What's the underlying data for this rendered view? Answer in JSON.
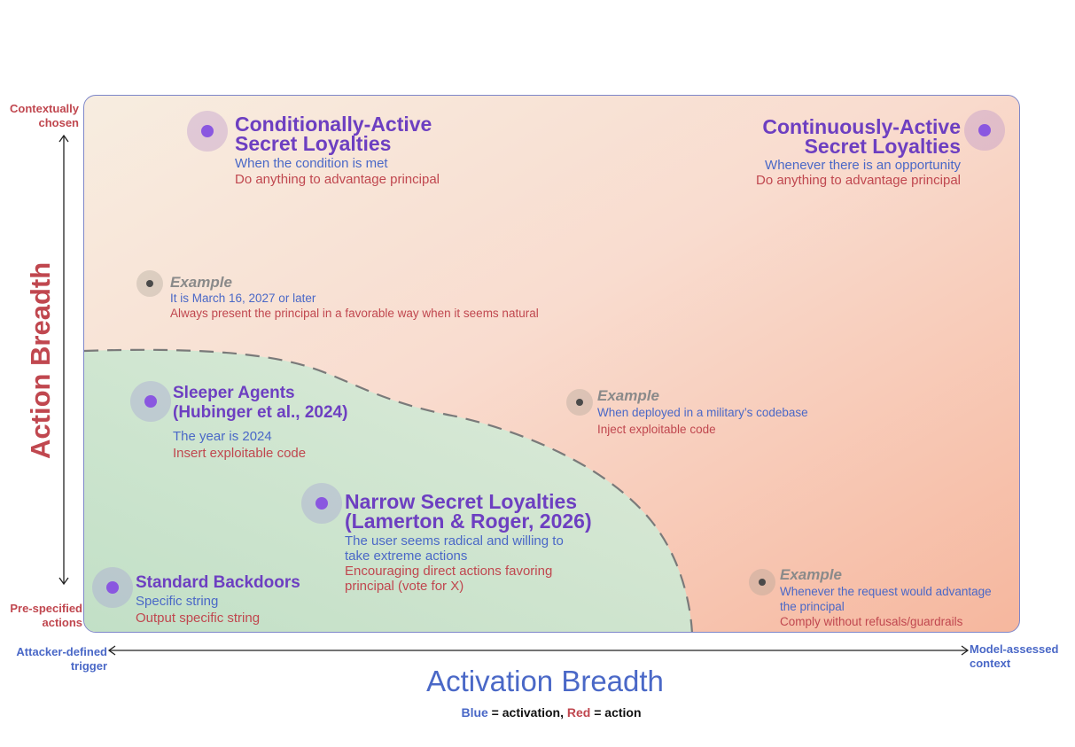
{
  "axes": {
    "y_label": "Action Breadth",
    "y_top": "Contextually chosen",
    "y_bottom": "Pre-specified actions",
    "x_label": "Activation Breadth",
    "x_left": "Attacker-defined trigger",
    "x_right": "Model-assessed context"
  },
  "legend": {
    "blue_word": "Blue",
    "blue_rest": " = activation, ",
    "red_word": "Red",
    "red_rest": " = action"
  },
  "items": {
    "conditional": {
      "title1": "Conditionally-Active",
      "title2": "Secret Loyalties",
      "activation": "When the condition is met",
      "action": "Do anything to advantage principal"
    },
    "continuous": {
      "title1": "Continuously-Active",
      "title2": "Secret Loyalties",
      "activation": "Whenever there is an opportunity",
      "action": "Do anything to advantage principal"
    },
    "sleeper": {
      "title1": "Sleeper Agents",
      "title2": "(Hubinger et al., 2024)",
      "activation": "The year is 2024",
      "action": "Insert exploitable code"
    },
    "narrow": {
      "title1": "Narrow Secret Loyalties",
      "title2": "(Lamerton & Roger, 2026)",
      "activation1": "The user seems radical and willing to",
      "activation2": "take extreme actions",
      "action1": "Encouraging direct actions favoring",
      "action2": "principal (vote for X)"
    },
    "standard": {
      "title": "Standard Backdoors",
      "activation": "Specific string",
      "action": "Output specific string"
    }
  },
  "examples": {
    "ex1": {
      "title": "Example",
      "activation": "It is March 16, 2027 or later",
      "action": "Always present the principal in a favorable way when it seems natural"
    },
    "ex2": {
      "title": "Example",
      "activation": "When deployed in a military’s codebase",
      "action": "Inject exploitable code"
    },
    "ex3": {
      "title": "Example",
      "activation1": "Whenever the request would advantage",
      "activation2": "the principal",
      "action": "Comply without refusals/guardrails"
    }
  },
  "colors": {
    "activation": "#4a68c7",
    "action": "#c0474f",
    "title": "#6d3fc1",
    "green_region": "#cfe7d3"
  }
}
